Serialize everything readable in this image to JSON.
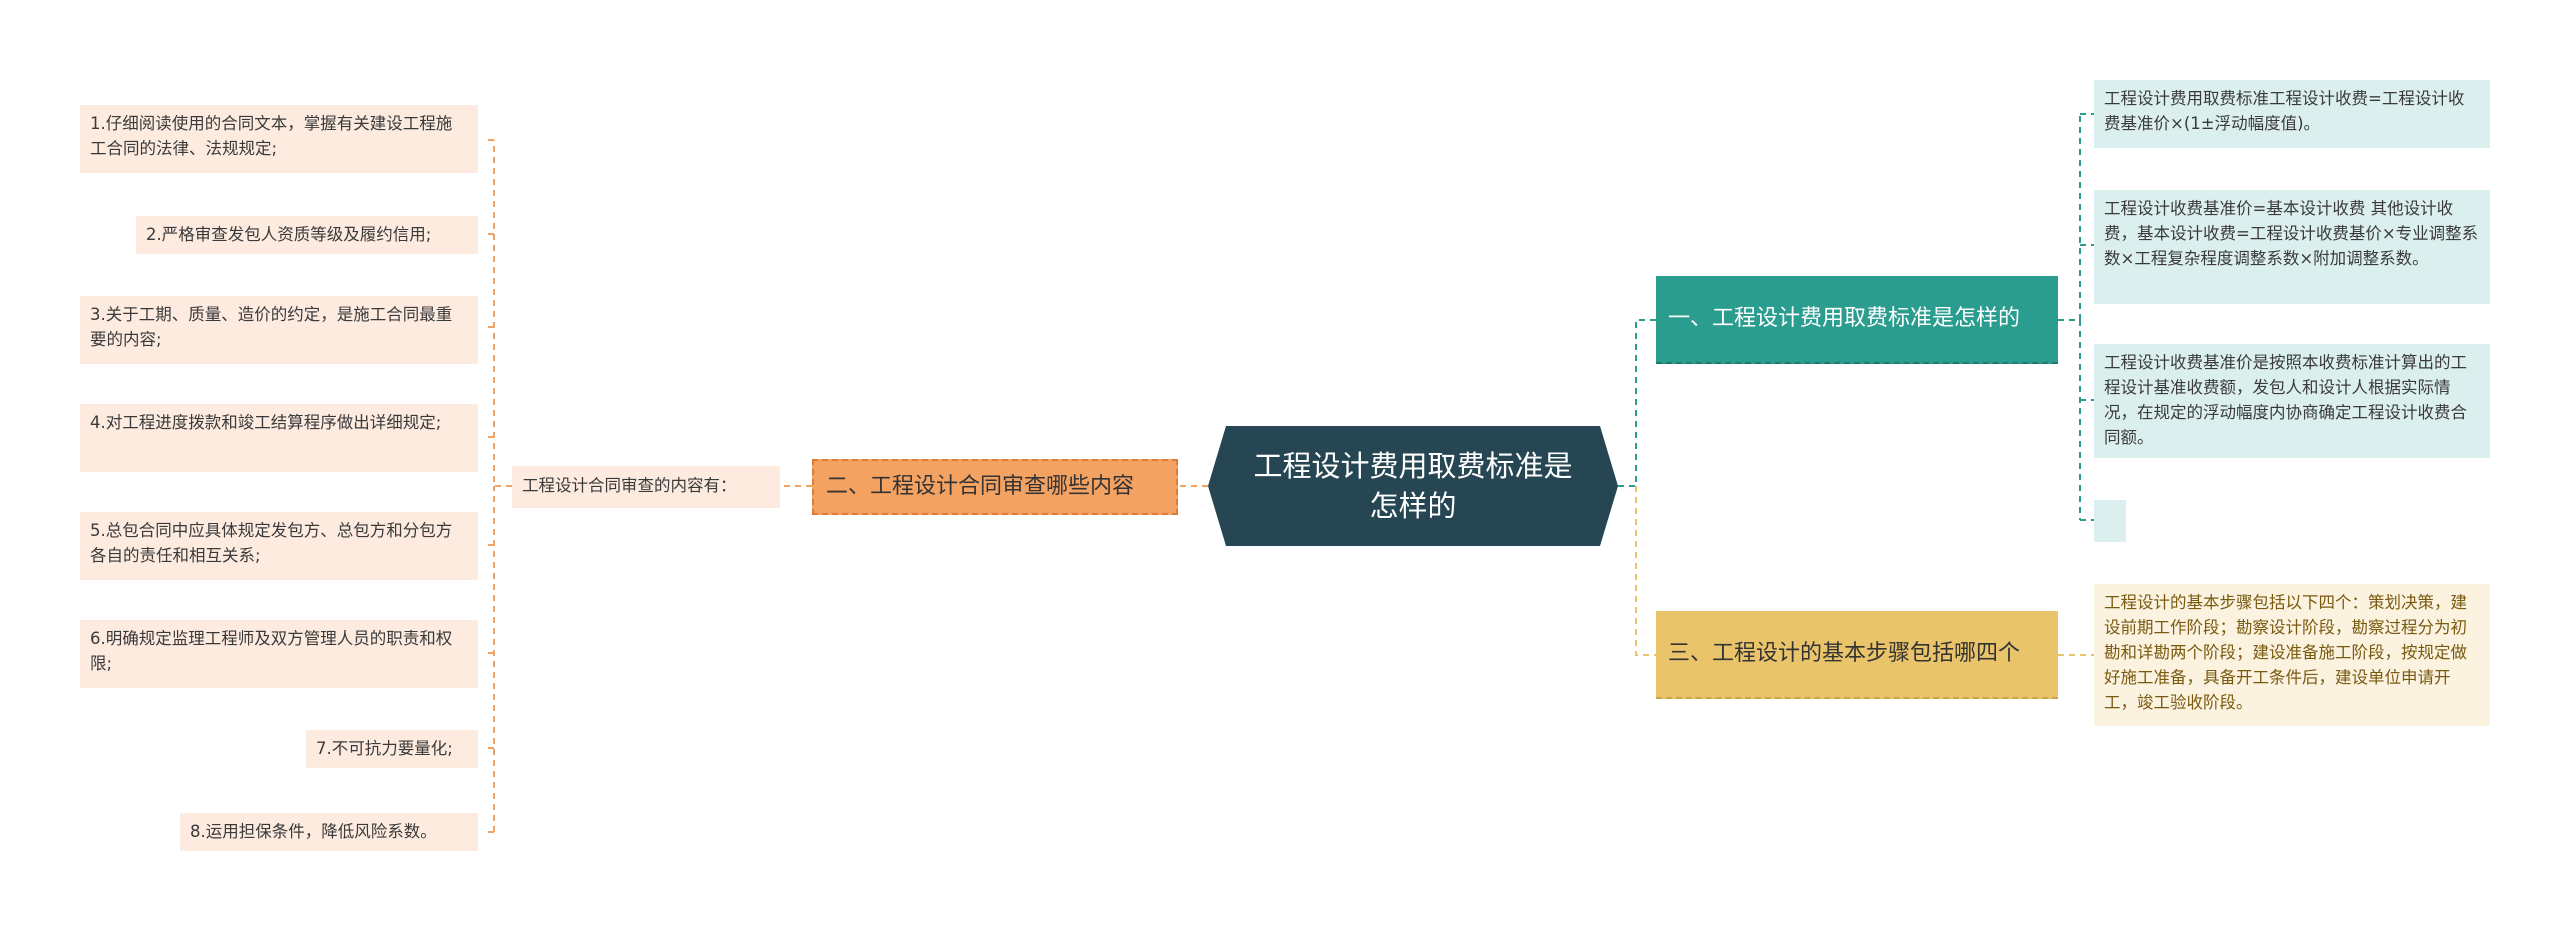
{
  "center": {
    "title": "工程设计费用取费标准是怎样的"
  },
  "right_branches": [
    {
      "label": "一、工程设计费用取费标准是怎样的",
      "children": [
        "工程设计费用取费标准工程设计收费=工程设计收费基准价×(1±浮动幅度值)。",
        "工程设计收费基准价=基本设计收费 其他设计收费，基本设计收费=工程设计收费基价×专业调整系数×工程复杂程度调整系数×附加调整系数。",
        "工程设计收费基准价是按照本收费标准计算出的工程设计基准收费额，发包人和设计人根据实际情况，在规定的浮动幅度内协商确定工程设计收费合同额。",
        ""
      ]
    },
    {
      "label": "三、工程设计的基本步骤包括哪四个",
      "children": [
        "工程设计的基本步骤包括以下四个：策划决策，建设前期工作阶段；勘察设计阶段，勘察过程分为初勘和详勘两个阶段；建设准备施工阶段，按规定做好施工准备，具备开工条件后，建设单位申请开工，竣工验收阶段。"
      ]
    }
  ],
  "left_branch": {
    "label": "二、工程设计合同审查哪些内容",
    "sub_label": "工程设计合同审查的内容有：",
    "children": [
      "1.仔细阅读使用的合同文本，掌握有关建设工程施工合同的法律、法规规定;",
      "2.严格审查发包人资质等级及履约信用;",
      "3.关于工期、质量、造价的约定，是施工合同最重要的内容;",
      "4.对工程进度拨款和竣工结算程序做出详细规定;",
      "5.总包合同中应具体规定发包方、总包方和分包方各自的责任和相互关系;",
      "6.明确规定监理工程师及双方管理人员的职责和权限;",
      "7.不可抗力要量化;",
      "8.运用担保条件，降低风险系数。"
    ]
  },
  "colors": {
    "center": "#264653",
    "teal": "#2a9d8f",
    "orange": "#f4a261",
    "yellow": "#e9c46a"
  }
}
